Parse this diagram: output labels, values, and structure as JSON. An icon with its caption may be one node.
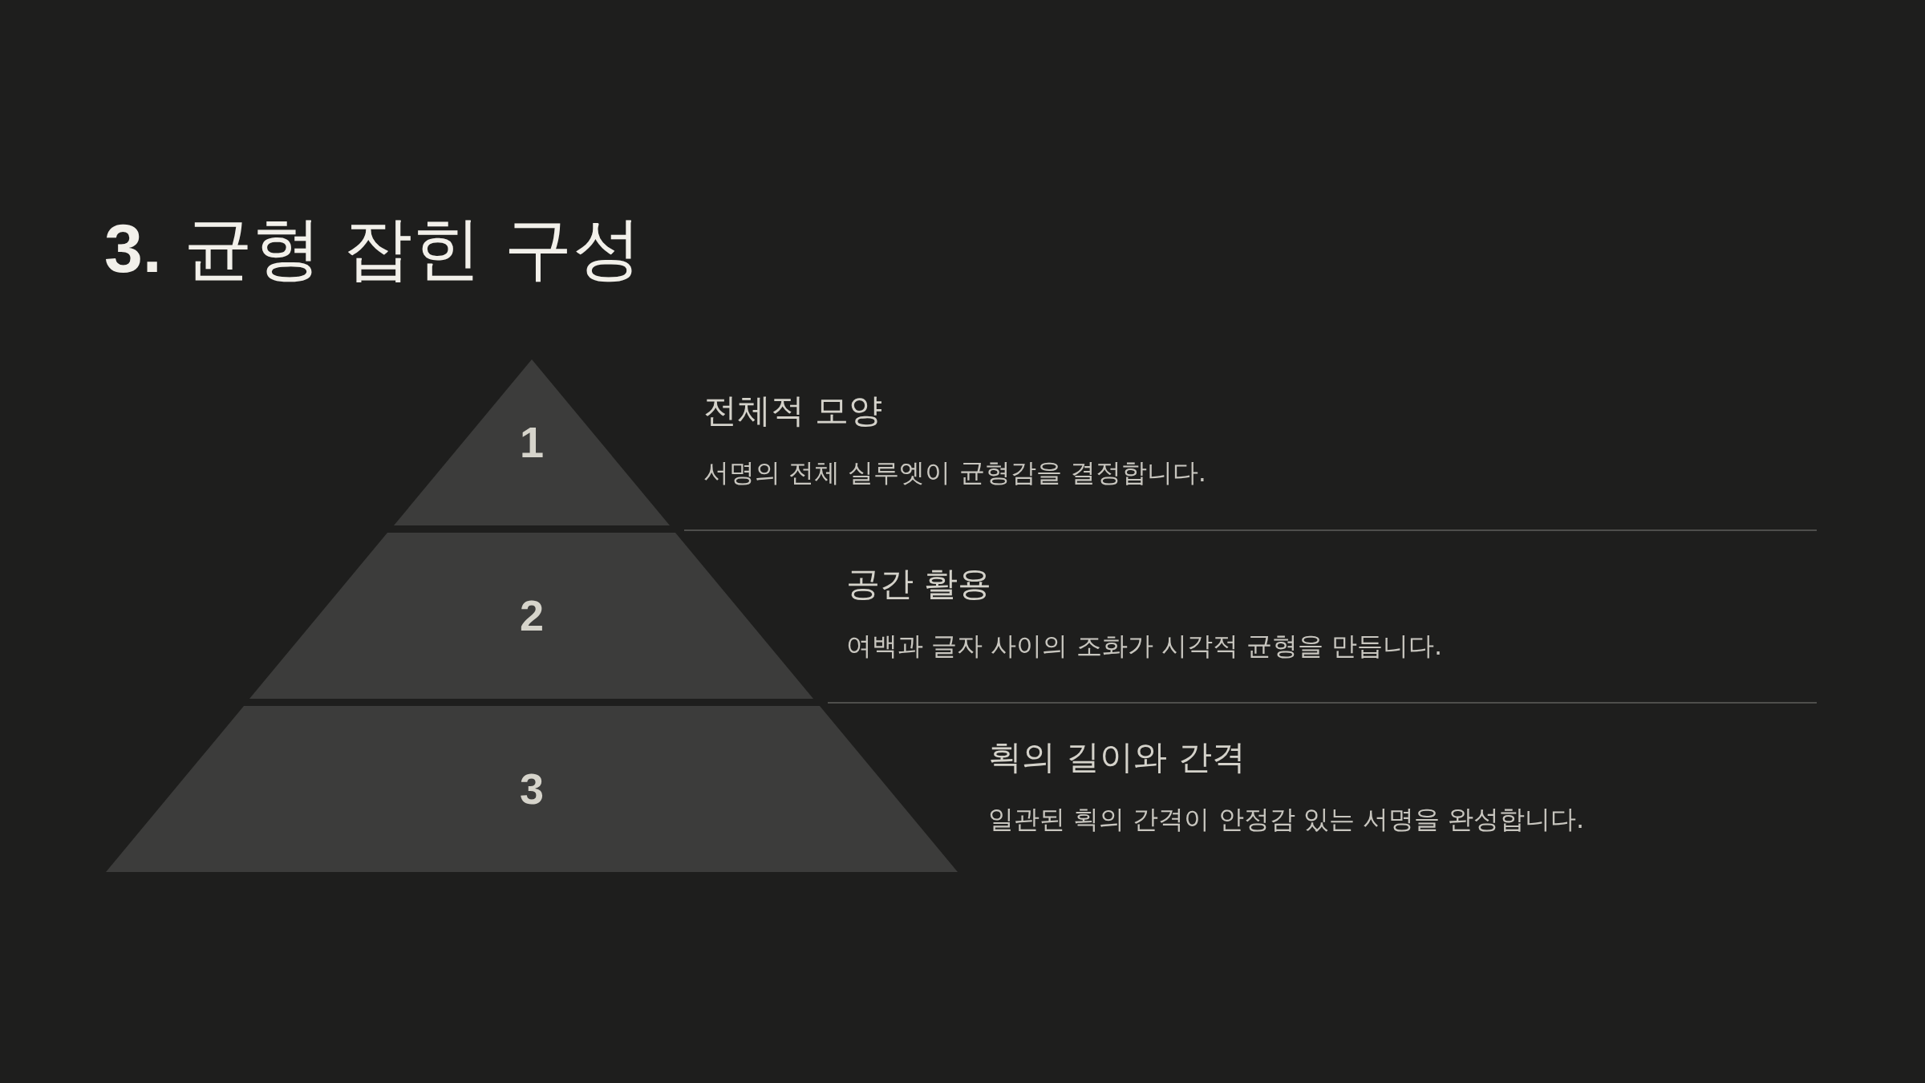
{
  "diagram": {
    "title": "**3.** 균형 잡힌 구성",
    "nodes": [
      {
        "text": [
          "1"
        ],
        "beside": [
          "전체적 모양",
          "서명의 전체 실루엣이 균형감을 결정합니다."
        ]
      },
      {
        "text": [
          "2"
        ],
        "beside": [
          "공간 활용",
          "여백과 글자 사이의 조화가 시각적 균형을 만듭니다."
        ]
      },
      {
        "text": [
          "3"
        ],
        "beside": [
          "획의 길이와 간격",
          "일관된 획의 간격이 안정감 있는 서명을 완성합니다."
        ]
      }
    ]
  }
}
